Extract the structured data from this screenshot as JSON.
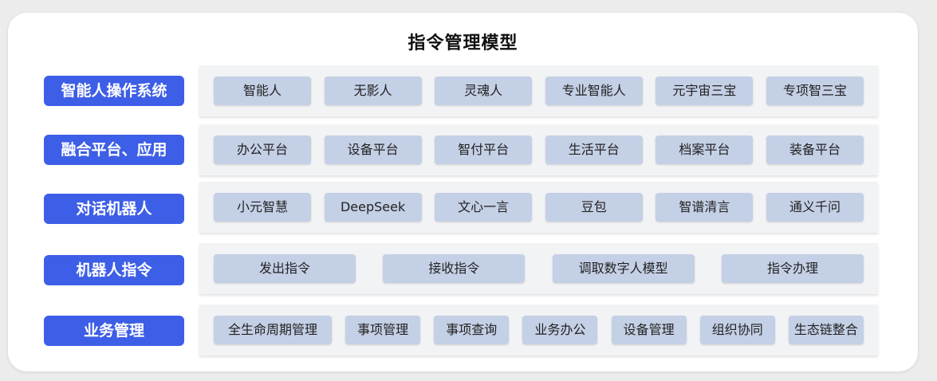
{
  "title": "指令管理模型",
  "rows": [
    {
      "label": "智能人操作系统",
      "items": [
        "智能人",
        "无影人",
        "灵魂人",
        "专业智能人",
        "元宇宙三宝",
        "专项智三宝"
      ]
    },
    {
      "label": "融合平台、应用",
      "items": [
        "办公平台",
        "设备平台",
        "智付平台",
        "生活平台",
        "档案平台",
        "装备平台"
      ]
    },
    {
      "label": "对话机器人",
      "items": [
        "小元智慧",
        "DeepSeek",
        "文心一言",
        "豆包",
        "智谱清言",
        "通义千问"
      ]
    },
    {
      "label": "机器人指令",
      "items": [
        "发出指令",
        "接收指令",
        "调取数字人模型",
        "指令办理"
      ]
    },
    {
      "label": "业务管理",
      "items": [
        "全生命周期管理",
        "事项管理",
        "事项查询",
        "业务办公",
        "设备管理",
        "组织协同",
        "生态链整合"
      ]
    }
  ],
  "colors": {
    "label_bg": "#3d5ee6",
    "chip_bg": "#c4d0e6",
    "panel_bg": "#f2f3f4"
  }
}
